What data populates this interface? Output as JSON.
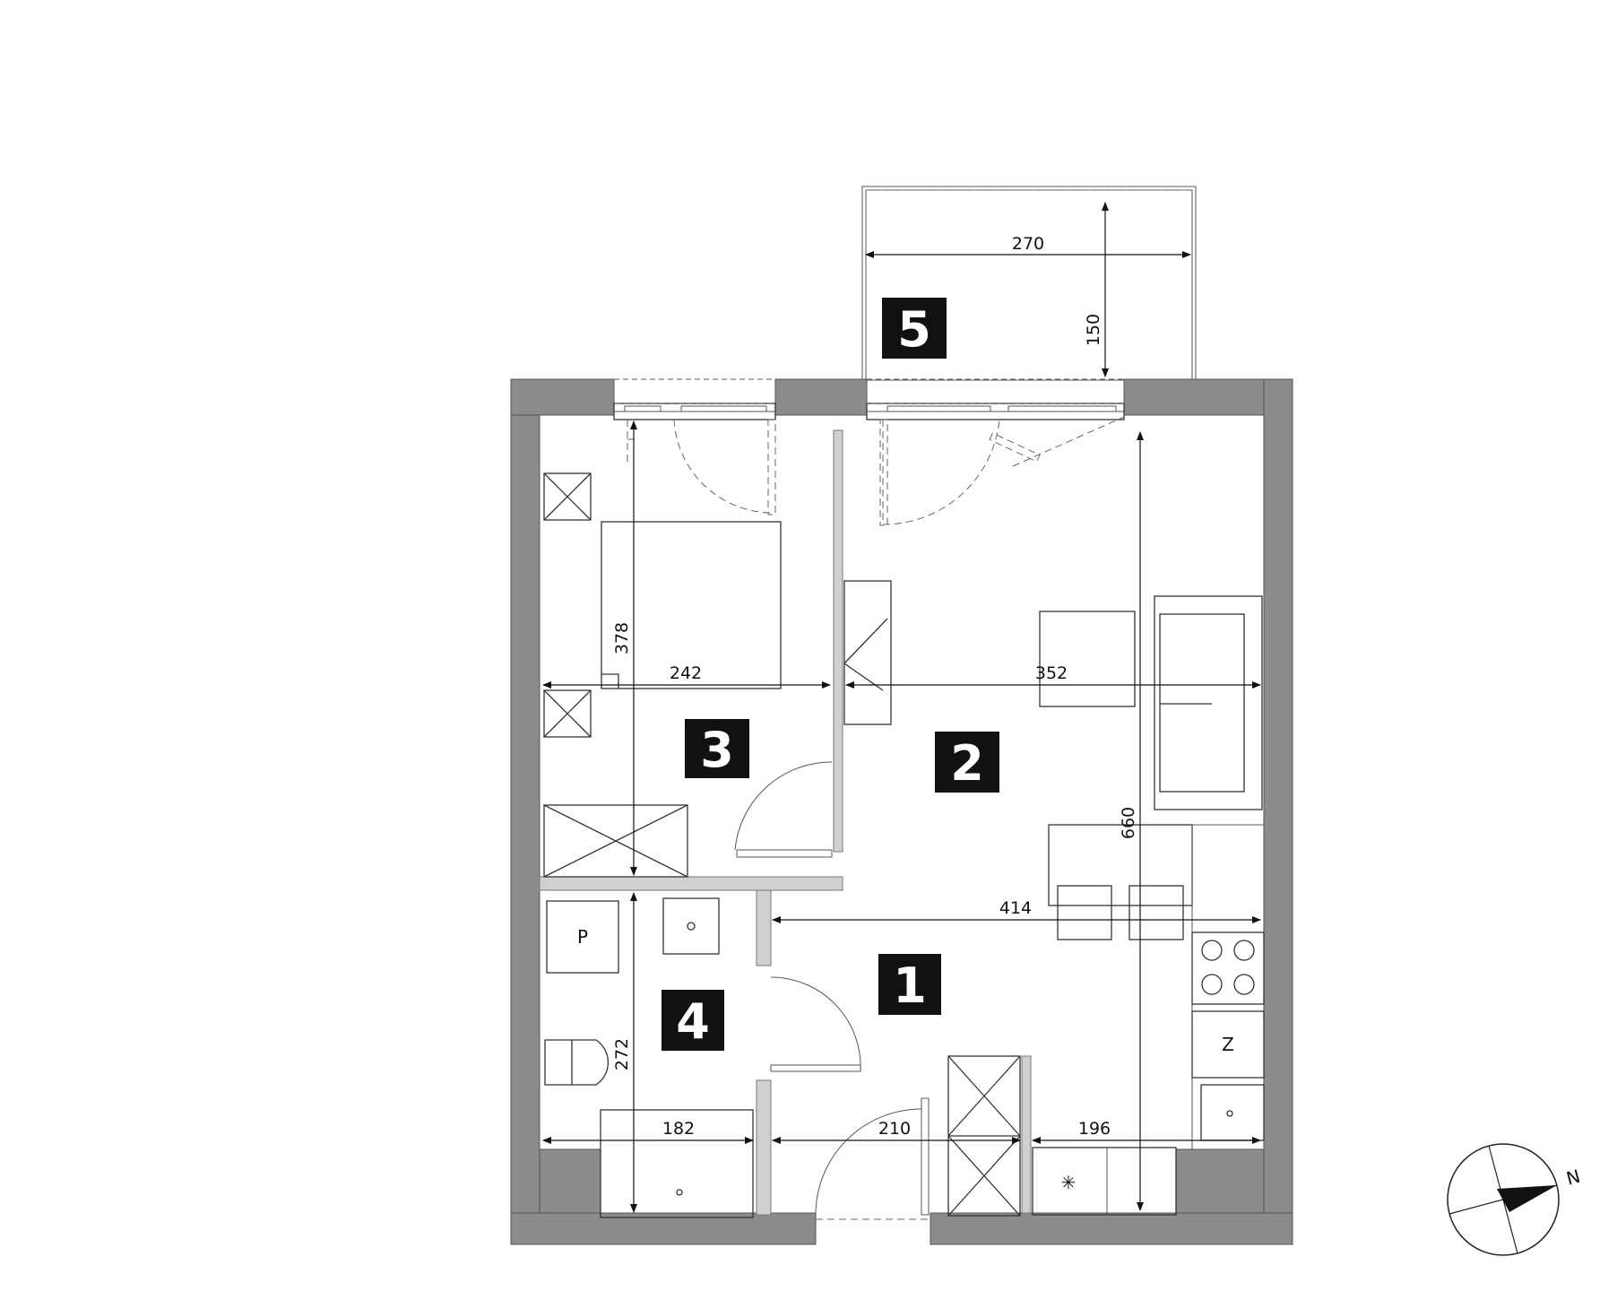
{
  "rooms": [
    {
      "number": "1"
    },
    {
      "number": "2"
    },
    {
      "number": "3"
    },
    {
      "number": "4"
    },
    {
      "number": "5"
    }
  ],
  "dimensions": {
    "balcony_width": "270",
    "balcony_depth": "150",
    "bedroom_width": "242",
    "bedroom_depth": "378",
    "living_width": "352",
    "living_depth": "660",
    "hall_width": "414",
    "bathroom_width": "182",
    "bathroom_depth": "272",
    "entry_width": "210",
    "kitchen_width": "196"
  },
  "fixture_labels": {
    "washer": "P",
    "fridge": "Z"
  },
  "compass": {
    "label": "N"
  },
  "colors": {
    "wall": "#8c8c8c",
    "partition": "#d0d0d0",
    "label_bg": "#111111",
    "label_text": "#ffffff"
  }
}
